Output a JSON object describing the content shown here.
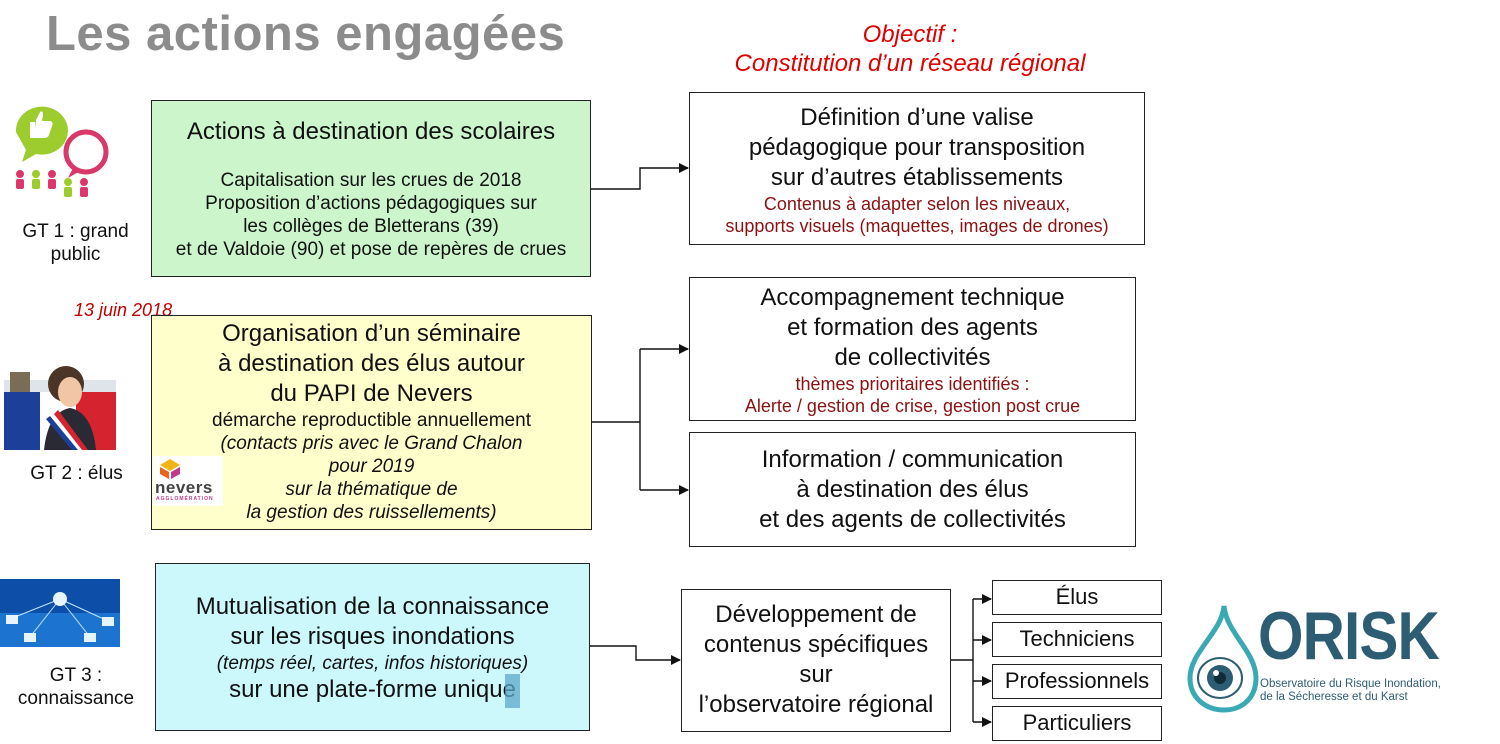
{
  "title": "Les actions engagées",
  "objective": {
    "line1": "Objectif :",
    "line2": "Constitution d’un réseau régional"
  },
  "groups": {
    "gt1": {
      "line1": "GT 1 : grand",
      "line2": "public"
    },
    "gt2": {
      "label": "GT 2 : élus"
    },
    "gt3": {
      "line1": "GT 3 :",
      "line2": "connaissance"
    }
  },
  "date": "13 juin 2018",
  "actions": {
    "scolaires": {
      "title": "Actions à destination des scolaires",
      "lines": [
        "Capitalisation sur les crues de 2018",
        "Proposition d’actions pédagogiques sur",
        "les collèges de Bletterans (39)",
        "et de Valdoie (90) et pose de repères de crues"
      ]
    },
    "seminaire": {
      "title": [
        "Organisation d’un séminaire",
        "à destination des élus autour",
        "du PAPI de Nevers"
      ],
      "sub": "démarche reproductible annuellement",
      "lines": [
        "(contacts pris avec le Grand Chalon",
        "pour 2019",
        "sur la thématique de",
        "la gestion des ruissellements)"
      ]
    },
    "mutualisation": {
      "title": [
        "Mutualisation de la connaissance",
        "sur les risques inondations"
      ],
      "sub": "(temps réel, cartes, infos historiques)",
      "last": "sur une plate-forme unique"
    }
  },
  "outcomes": {
    "valise": {
      "title": [
        "Définition d’une valise",
        "pédagogique pour transposition",
        "sur d’autres établissements"
      ],
      "note": [
        "Contenus à adapter selon les niveaux,",
        "supports visuels (maquettes, images de drones)"
      ]
    },
    "accompagnement": {
      "title": [
        "Accompagnement technique",
        "et formation des agents",
        "de collectivités"
      ],
      "note": [
        "thèmes prioritaires identifiés :",
        "Alerte / gestion de crise, gestion post crue"
      ]
    },
    "information": {
      "title": [
        "Information / communication",
        "à destination des élus",
        "et des agents de collectivités"
      ]
    },
    "developpement": {
      "title": [
        "Développement de",
        "contenus spécifiques",
        "sur",
        "l’observatoire régional"
      ]
    }
  },
  "audiences": [
    "Élus",
    "Techniciens",
    "Professionnels",
    "Particuliers"
  ],
  "logos": {
    "nevers": {
      "word": "nevers",
      "sub": "AGGLOMÉRATION"
    },
    "orisk": {
      "name": "ORISK",
      "line1": "Observatoire du Risque Inondation,",
      "line2": "de la Sécheresse et du Karst"
    }
  },
  "colors": {
    "green": "#ccf5cc",
    "yellow": "#ffffcc",
    "cyan": "#ccf8fb",
    "objective_red": "#e00000",
    "note_red": "#8b1111",
    "orisk_blue": "#2d5d73"
  }
}
